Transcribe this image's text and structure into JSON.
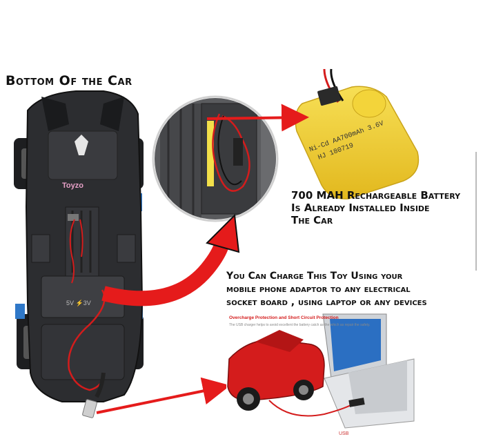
{
  "title": "Bottom Of the Car",
  "car_labels": {
    "brand": "Toyzo",
    "battery_marking": "5V ⚡3V"
  },
  "battery_callout": {
    "lines": [
      "700 MAH Rechargeable Battery",
      "Is Already Installed Inside",
      "The Car"
    ]
  },
  "battery_label": {
    "line1": "Ni-Cd AA700mAh 3.6V",
    "line2": "HJ 180719"
  },
  "charge_callout": {
    "lines": [
      "You Can Charge This Toy Using your",
      "mobile phone adaptor to any electrical",
      "socket board , using laptop or any devices"
    ]
  },
  "inset_photo": {
    "banner": "Overcharge Protection and Short Circuit Protection",
    "caption": "The USB charger helps to avoid excellent the battery catch as the which as repair the safety.",
    "usb_label": "USB"
  },
  "colors": {
    "arrow_red": "#e51b1b",
    "battery_yellow": "#f2d02e",
    "car_body": "#2c2d30",
    "car_red": "#d41c1c",
    "accent_blue": "#2f78c8"
  }
}
